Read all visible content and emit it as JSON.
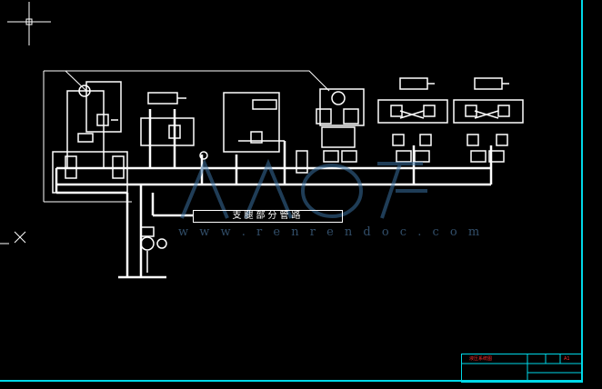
{
  "diagram": {
    "subcircuit_label": "支腿部分管路",
    "watermark_url": "w w w . r e n r e n d o c . c o m",
    "watermark_logo": "人人文库",
    "colors": {
      "background": "#000000",
      "lines": "#ffffff",
      "border": "#00d8e8",
      "title_text": "#ff3030",
      "watermark": "#3a6f9e"
    }
  },
  "title_block": {
    "drawing_name": "液压系统图",
    "sheet_code": "A1"
  }
}
